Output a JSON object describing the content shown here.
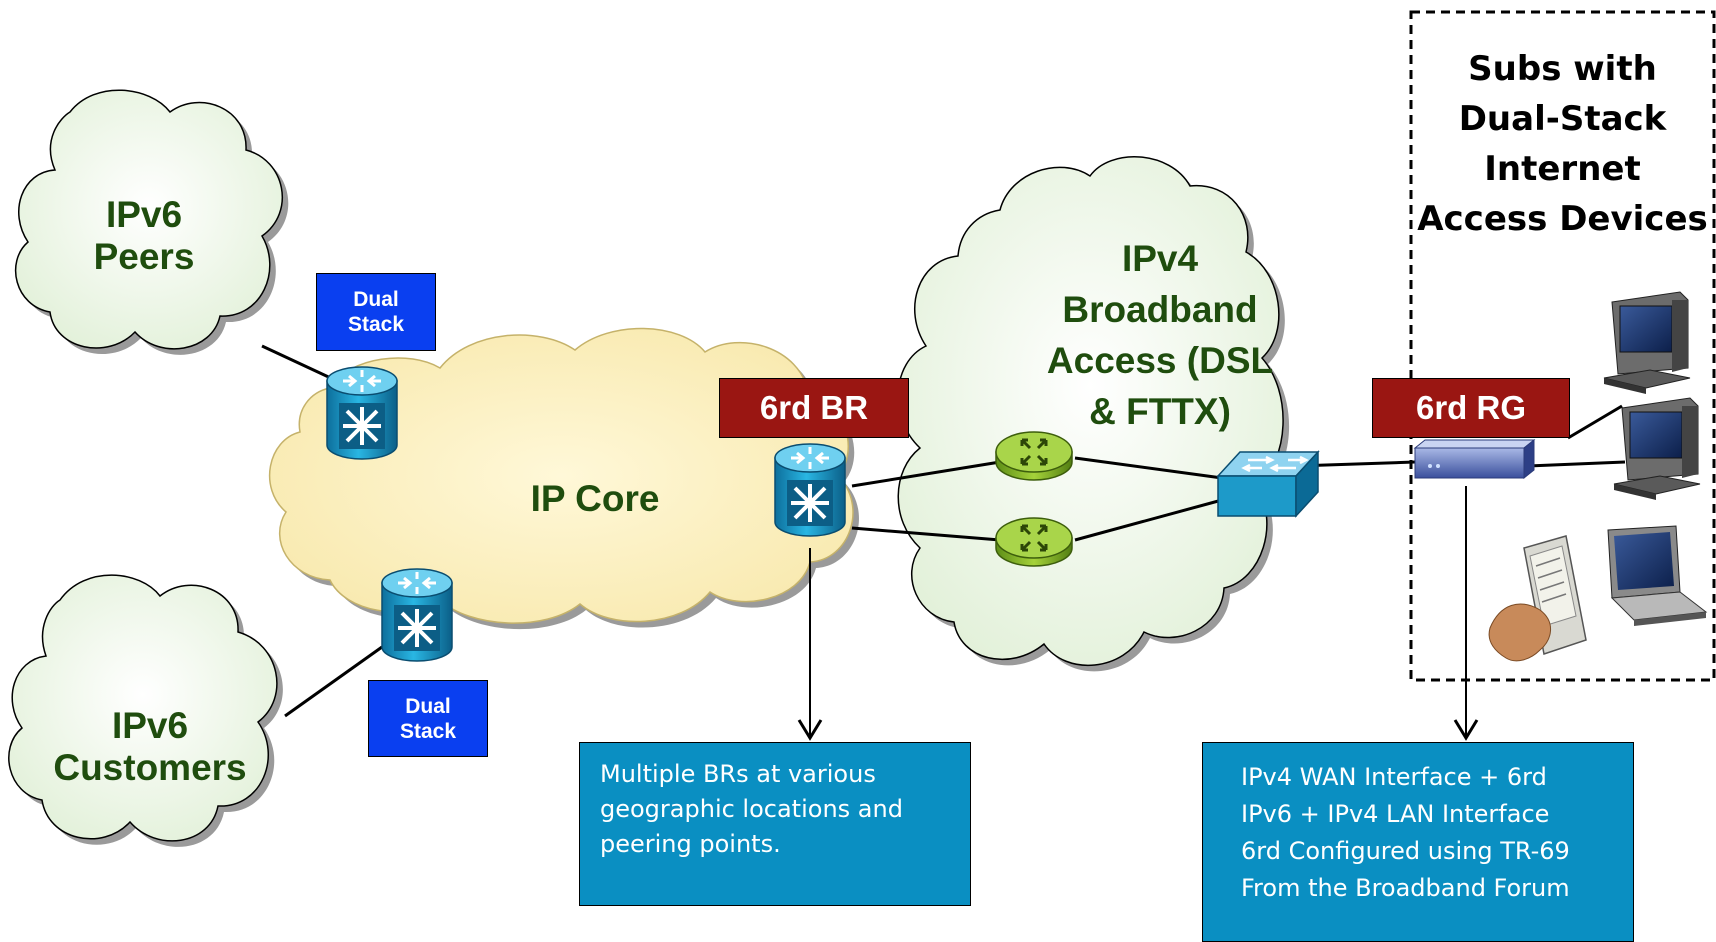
{
  "clouds": {
    "ipv6_peers": [
      "IPv6",
      "Peers"
    ],
    "ipv6_customers": [
      "IPv6",
      "Customers"
    ],
    "ip_core": "IP Core",
    "ipv4_access": [
      "IPv4",
      "Broadband",
      "Access (DSL",
      "& FTTX)"
    ]
  },
  "badges": {
    "dual_stack_top": [
      "Dual",
      "Stack"
    ],
    "dual_stack_bottom": [
      "Dual",
      "Stack"
    ],
    "br": "6rd BR",
    "rg": "6rd RG"
  },
  "subscriber_box": {
    "title": [
      "Subs with",
      "Dual-Stack",
      "Internet",
      "Access Devices"
    ]
  },
  "notes": {
    "br_note": [
      "Multiple BRs at various",
      "geographic locations and",
      "peering points."
    ],
    "rg_note": [
      "IPv4 WAN Interface + 6rd",
      "IPv6 + IPv4 LAN Interface",
      "6rd Configured using TR-69",
      "From the Broadband Forum"
    ]
  },
  "colors": {
    "cloud_green": "#eaf5e3",
    "cloud_core": "#fbf1c2",
    "label_green": "#1f4d0e",
    "router_blue": "#1d9ac9",
    "access_router_green": "#8fbf2c",
    "badge_blue": "#0a3ff0",
    "badge_red": "#9a1612",
    "note_blue": "#0a8fc2"
  },
  "icons": [
    "core-router-icon",
    "access-router-icon",
    "ethernet-switch-icon",
    "residential-gateway-icon",
    "desktop-computer-icon",
    "e-reader-icon",
    "laptop-icon"
  ]
}
